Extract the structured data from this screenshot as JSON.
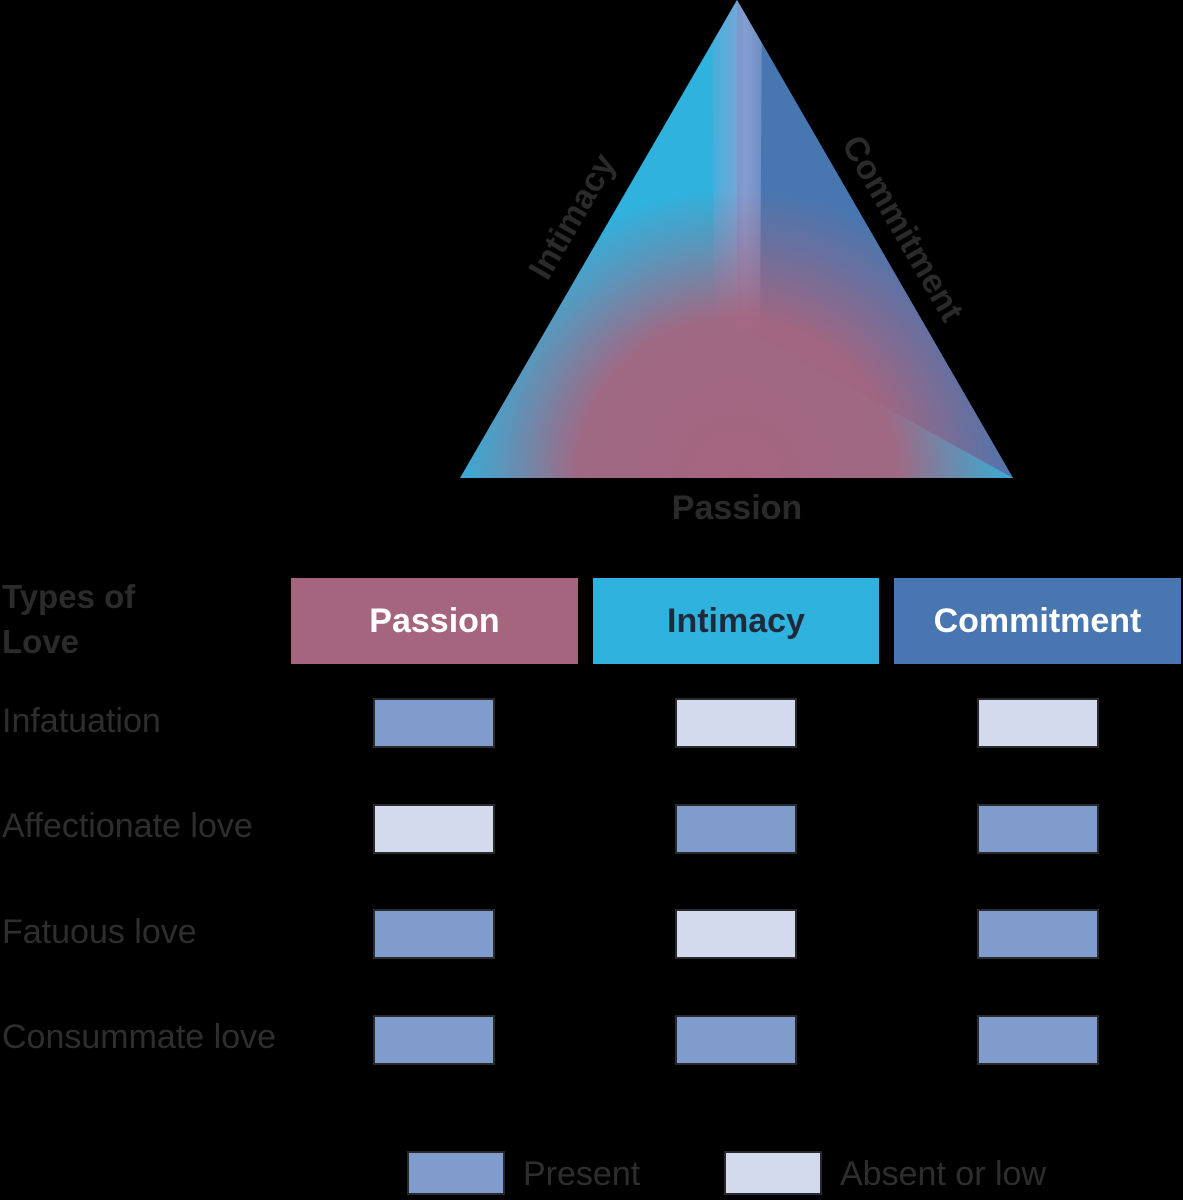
{
  "colors": {
    "passion": "#a5657f",
    "intimacy": "#2fb2de",
    "commitment": "#4876b0",
    "present": "#7f9ccc",
    "absent_or_low": "#d3daee",
    "label_dark": "#2b2b2b"
  },
  "triangle": {
    "sides": {
      "left": "Intimacy",
      "right": "Commitment",
      "bottom": "Passion"
    }
  },
  "table": {
    "title": "Types of\nLove",
    "columns": [
      {
        "label": "Passion"
      },
      {
        "label": "Intimacy"
      },
      {
        "label": "Commitment"
      }
    ],
    "rows": [
      {
        "label": "Infatuation",
        "values": [
          "present",
          "absent_or_low",
          "absent_or_low"
        ]
      },
      {
        "label": "Affectionate love",
        "values": [
          "absent_or_low",
          "present",
          "present"
        ]
      },
      {
        "label": "Fatuous love",
        "values": [
          "present",
          "absent_or_low",
          "present"
        ]
      },
      {
        "label": "Consummate love",
        "values": [
          "present",
          "present",
          "present"
        ]
      }
    ]
  },
  "legend": {
    "present": "Present",
    "absent_or_low": "Absent or low"
  }
}
